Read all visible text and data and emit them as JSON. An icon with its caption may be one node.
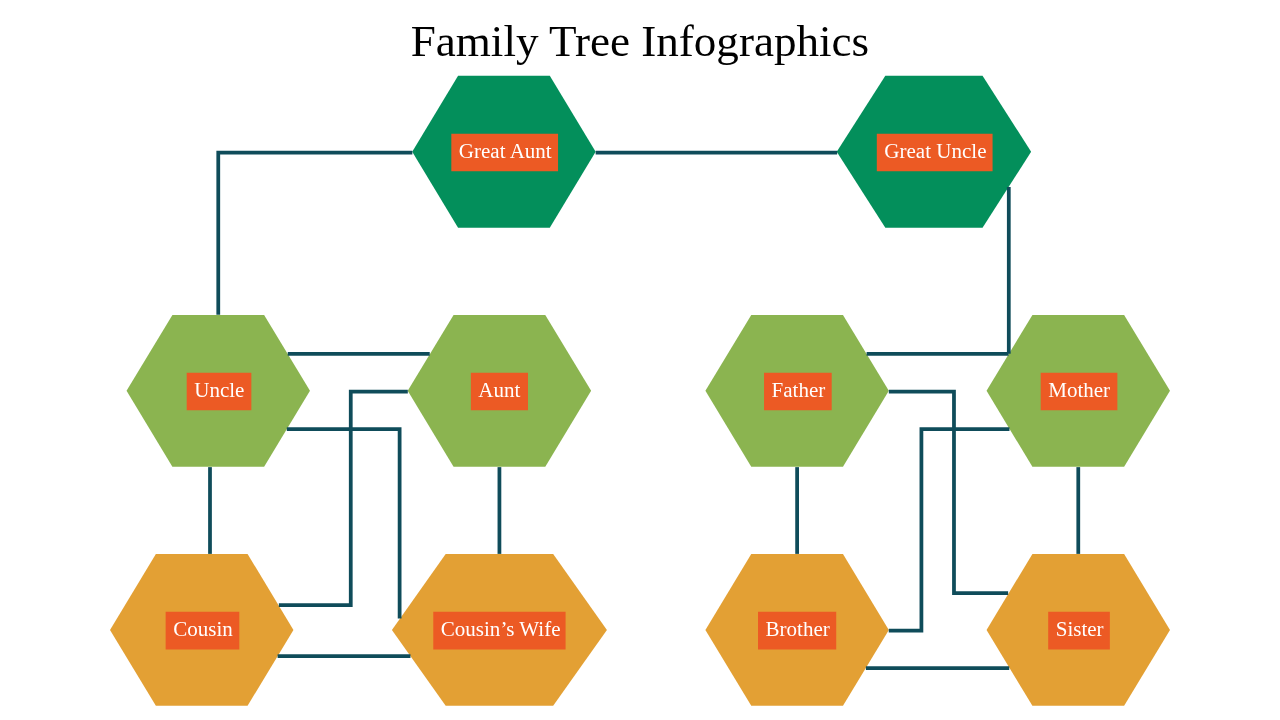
{
  "diagram": {
    "title": "Family Tree Infographics",
    "nodes": [
      {
        "text": [
          "Great Aunt"
        ]
      },
      {
        "text": [
          "Great Uncle"
        ]
      },
      {
        "text": [
          "Uncle"
        ]
      },
      {
        "text": [
          "Aunt"
        ]
      },
      {
        "text": [
          "Father"
        ]
      },
      {
        "text": [
          "Mother"
        ]
      },
      {
        "text": [
          "Cousin"
        ]
      },
      {
        "text": [
          "Cousin’s Wife"
        ]
      },
      {
        "text": [
          "Brother"
        ]
      },
      {
        "text": [
          "Sister"
        ]
      }
    ],
    "edges": [
      {
        "from": 0,
        "to": 1,
        "arrow": "none"
      },
      {
        "from": 0,
        "to": 2,
        "arrow": "none"
      },
      {
        "from": 1,
        "to": 5,
        "arrow": "none"
      },
      {
        "from": 2,
        "to": 3,
        "arrow": "none"
      },
      {
        "from": 6,
        "to": 7,
        "arrow": "none"
      },
      {
        "from": 2,
        "to": 6,
        "arrow": "none"
      },
      {
        "from": 3,
        "to": 6,
        "arrow": "none"
      },
      {
        "from": 2,
        "to": 7,
        "arrow": "none"
      },
      {
        "from": 3,
        "to": 7,
        "arrow": "none"
      },
      {
        "from": 4,
        "to": 5,
        "arrow": "none"
      },
      {
        "from": 8,
        "to": 9,
        "arrow": "none"
      },
      {
        "from": 4,
        "to": 8,
        "arrow": "none"
      },
      {
        "from": 5,
        "to": 8,
        "arrow": "none"
      },
      {
        "from": 4,
        "to": 9,
        "arrow": "none"
      },
      {
        "from": 5,
        "to": 9,
        "arrow": "none"
      }
    ]
  }
}
